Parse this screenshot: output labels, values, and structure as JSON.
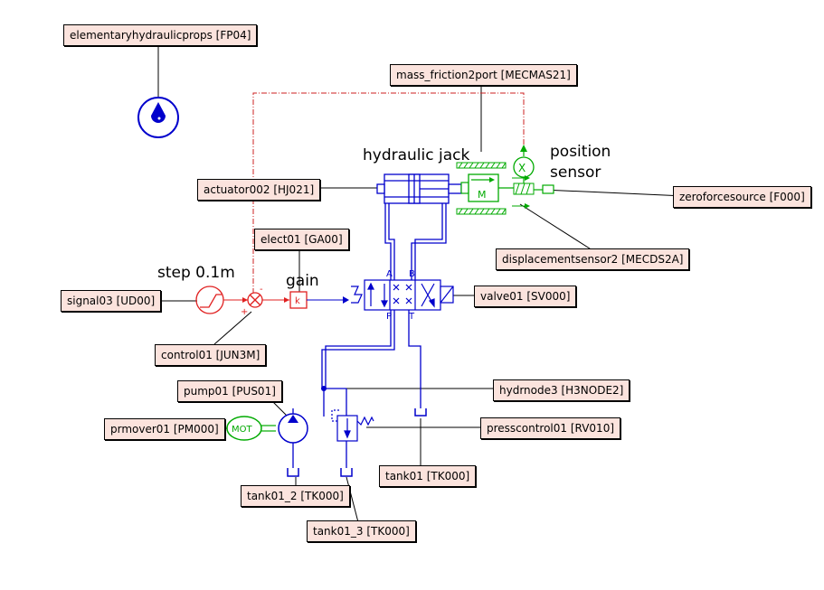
{
  "labels": {
    "elementaryhydraulicprops": "elementaryhydraulicprops [FP04]",
    "mass_friction2port": "mass_friction2port [MECMAS21]",
    "actuator": "actuator002 [HJ021]",
    "zeroforcesource": "zeroforcesource [F000]",
    "elect01": "elect01 [GA00]",
    "displacementsensor": "displacementsensor2 [MECDS2A]",
    "signal03": "signal03 [UD00]",
    "valve01": "valve01 [SV000]",
    "control01": "control01 [JUN3M]",
    "pump01": "pump01 [PUS01]",
    "hydrnode3": "hydrnode3 [H3NODE2]",
    "prmover01": "prmover01 [PM000]",
    "presscontrol01": "presscontrol01 [RV010]",
    "tank01": "tank01 [TK000]",
    "tank01_2": "tank01_2 [TK000]",
    "tank01_3": "tank01_3 [TK000]"
  },
  "captions": {
    "hydraulic_jack": "hydraulic jack",
    "position": "position",
    "sensor": "sensor",
    "step": "step 0.1m",
    "gain": "gain"
  },
  "symbols": {
    "mass": "M",
    "motor": "MOT",
    "gain_k": "k",
    "sensor_x": "X",
    "port_a": "A",
    "port_b": "B",
    "port_p": "P",
    "port_t": "T",
    "sum_minus": "-",
    "sum_plus": "+"
  },
  "colors": {
    "hydraulic": "#0000cc",
    "signal": "#e02020",
    "mechanical": "#00aa00",
    "label_bg": "#fbe3dd"
  }
}
